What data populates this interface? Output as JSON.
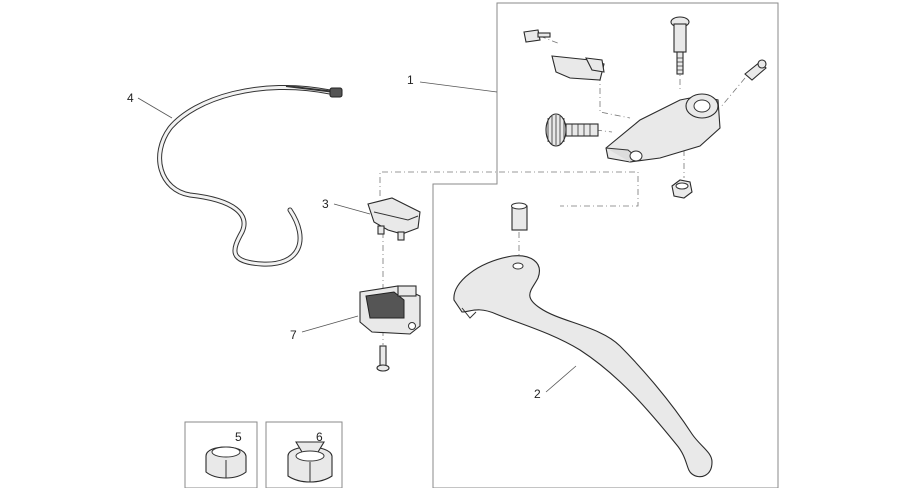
{
  "diagram": {
    "callouts": {
      "p1": "1",
      "p2": "2",
      "p3": "3",
      "p4": "4",
      "p5": "5",
      "p6": "6",
      "p7": "7"
    }
  }
}
